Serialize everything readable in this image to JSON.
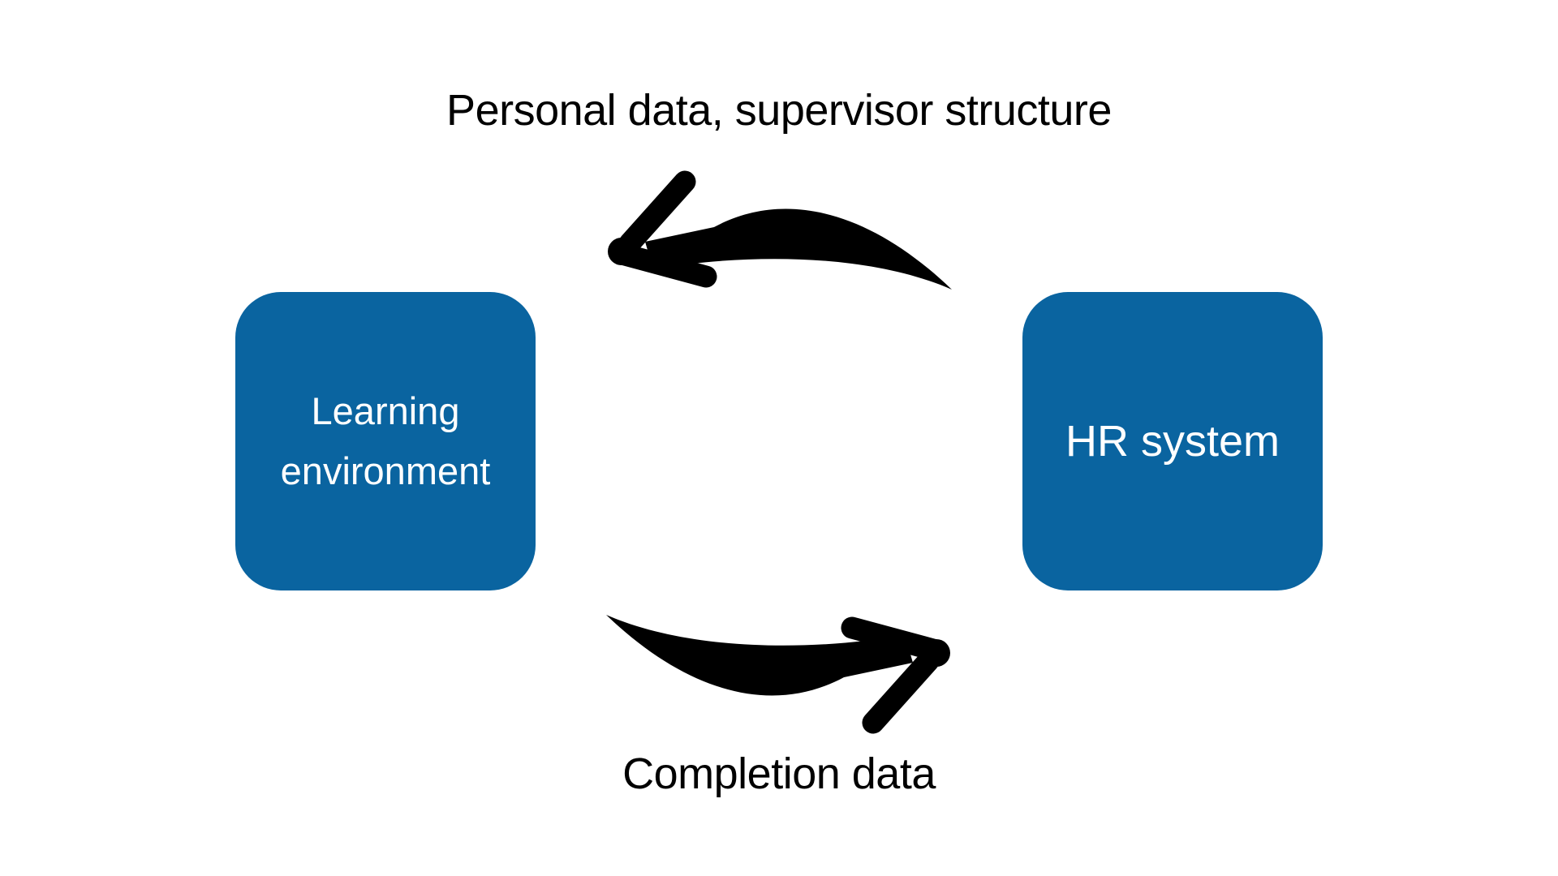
{
  "colors": {
    "background": "#ffffff",
    "node_fill": "#0a64a0",
    "node_text": "#ffffff",
    "arrow": "#000000",
    "label_text": "#000000"
  },
  "diagram": {
    "type": "cycle",
    "nodes": [
      {
        "id": "learning-environment",
        "label": "Learning environment"
      },
      {
        "id": "hr-system",
        "label": "HR system"
      }
    ],
    "edges": [
      {
        "from": "hr-system",
        "to": "learning-environment",
        "label": "Personal data, supervisor structure",
        "position": "top",
        "direction": "right-to-left"
      },
      {
        "from": "learning-environment",
        "to": "hr-system",
        "label": "Completion data",
        "position": "bottom",
        "direction": "left-to-right"
      }
    ]
  }
}
